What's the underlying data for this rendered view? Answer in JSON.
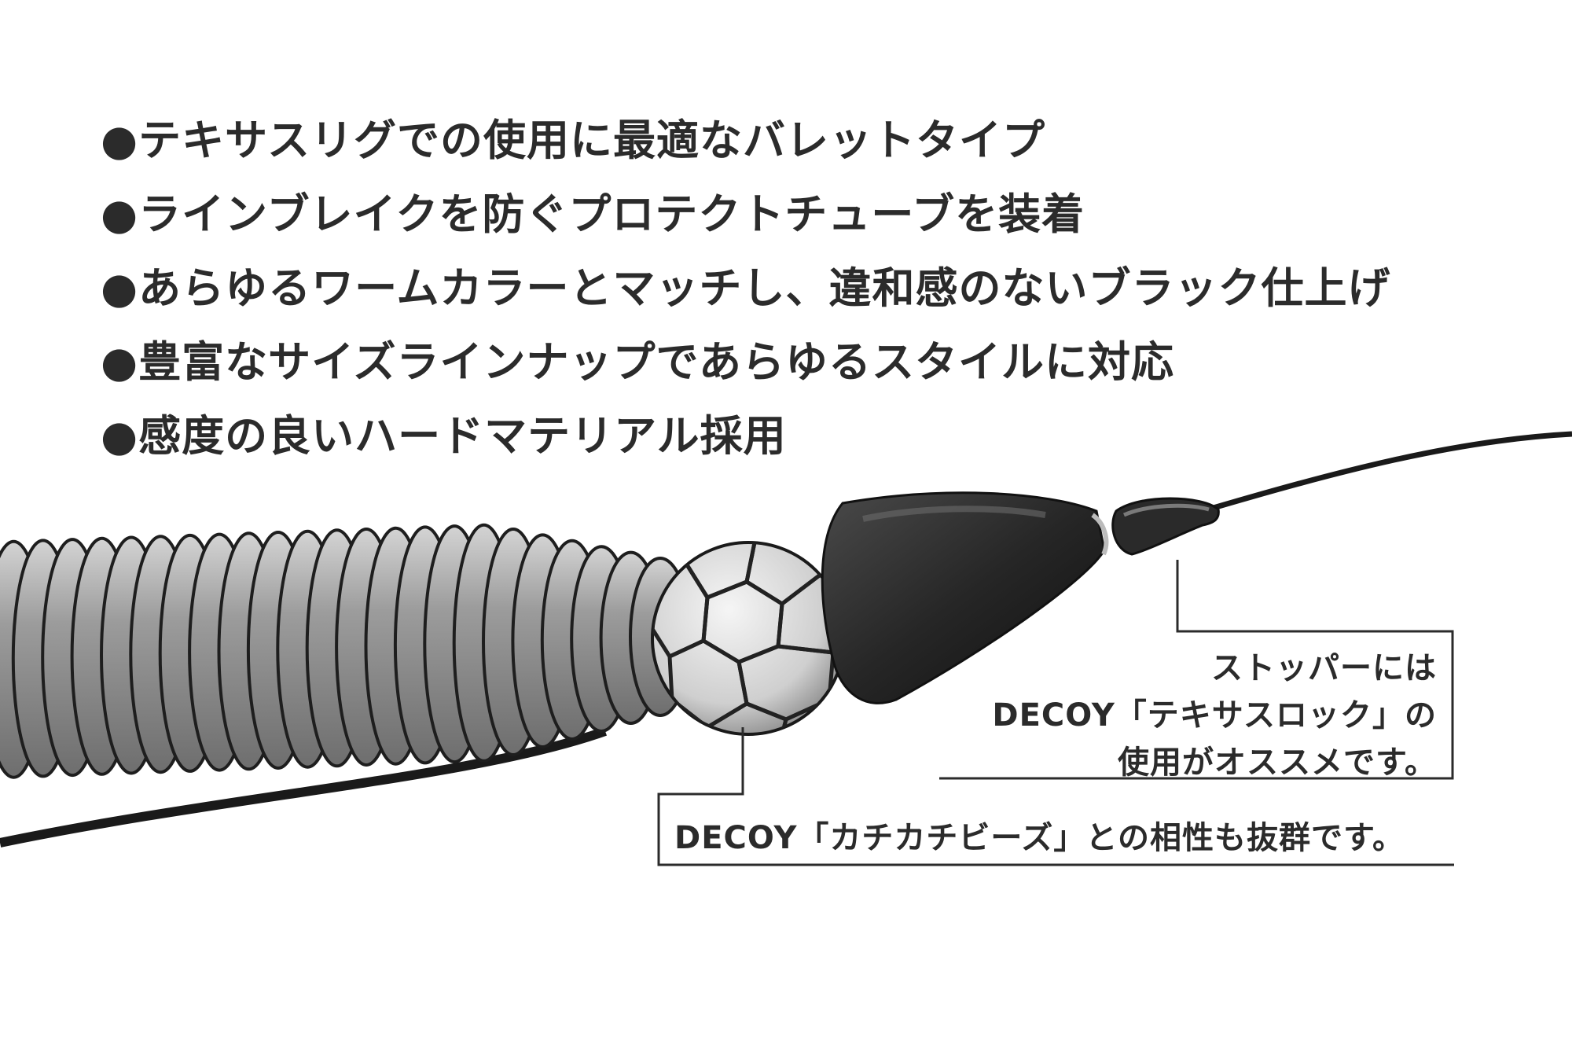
{
  "features": [
    "●テキサスリグでの使用に最適なバレットタイプ",
    "●ラインブレイクを防ぐプロテクトチューブを装着",
    "●あらゆるワームカラーとマッチし、違和感のないブラック仕上げ",
    "●豊富なサイズラインナップであらゆるスタイルに対応",
    "●感度の良いハードマテリアル採用"
  ],
  "callouts": {
    "stopper": [
      "ストッパーには",
      "DECOY「テキサスロック」の",
      "使用がオススメです。"
    ],
    "beads": "DECOY「カチカチビーズ」との相性も抜群です。"
  },
  "colors": {
    "text": "#2b2b2b",
    "sinker": "#2a2a2a",
    "worm": "#9a9a9a",
    "line": "#1a1a1a"
  }
}
